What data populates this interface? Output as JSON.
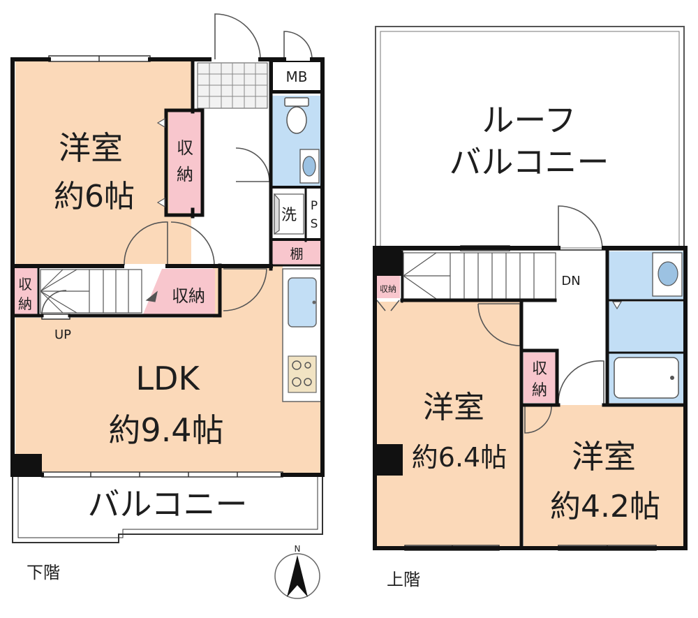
{
  "floors": {
    "lower": {
      "label": "下階",
      "rooms": {
        "western_room": {
          "name": "洋室",
          "size": "約6帖"
        },
        "storage_main": [
          "収",
          "納"
        ],
        "storage_small": [
          "収",
          "納"
        ],
        "storage_under_stairs": "収納",
        "ldk": {
          "name": "LDK",
          "size": "約9.4帖"
        },
        "shelf": "棚",
        "meter_box": "MB",
        "washer": "洗",
        "pipe_space": [
          "P",
          "S"
        ],
        "balcony": "バルコニー"
      },
      "stairs_label": "UP"
    },
    "upper": {
      "label": "上階",
      "rooms": {
        "roof_balcony": [
          "ルーフ",
          "バルコニー"
        ],
        "storage_tiny": "収納",
        "storage_mid": [
          "収",
          "納"
        ],
        "western_room_a": {
          "name": "洋室",
          "size": "約6.4帖"
        },
        "western_room_b": {
          "name": "洋室",
          "size": "約4.2帖"
        }
      },
      "stairs_label": "DN"
    }
  },
  "compass": {
    "north": "N"
  },
  "colors": {
    "room": "#fbd9b9",
    "storage": "#f8c6cd",
    "wet": "#c2def5",
    "wall": "#111111",
    "floor": "#ffffff"
  }
}
